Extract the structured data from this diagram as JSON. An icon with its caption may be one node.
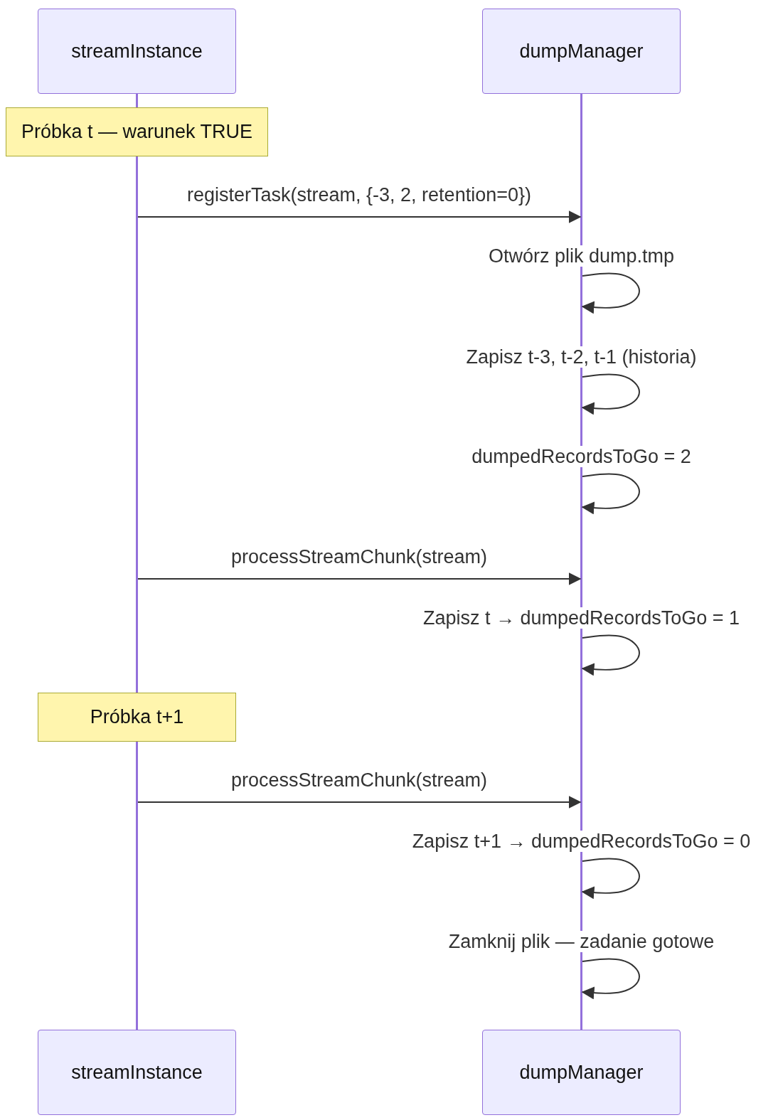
{
  "diagram": {
    "nodes": [
      {
        "text": [
          "streamInstance"
        ]
      },
      {
        "text": [
          "dumpManager"
        ]
      },
      {
        "text": [
          "streamInstance"
        ]
      },
      {
        "text": [
          "dumpManager"
        ]
      },
      {
        "text": [
          "Próbka t — warunek TRUE"
        ]
      },
      {
        "text": [
          "Próbka t+1"
        ]
      },
      {
        "text": [],
        "shape": "bar"
      },
      {
        "text": [],
        "shape": "bar"
      },
      {
        "text": [],
        "shape": "bar"
      }
    ],
    "edges": [
      {
        "from": 6,
        "to": 7,
        "arrow": "to",
        "label": "registerTask(stream, {-3, 2, retention=0})"
      },
      {
        "from": 7,
        "to": 7,
        "arrow": "to",
        "label": "Otwórz plik dump.tmp"
      },
      {
        "from": 7,
        "to": 7,
        "arrow": "to",
        "label": "Zapisz t-3, t-2, t-1 (historia)"
      },
      {
        "from": 7,
        "to": 7,
        "arrow": "to",
        "label": "dumpedRecordsToGo = 2"
      },
      {
        "from": 6,
        "to": 7,
        "arrow": "to",
        "label": "processStreamChunk(stream)"
      },
      {
        "from": 7,
        "to": 7,
        "arrow": "to",
        "label": "Zapisz t → dumpedRecordsToGo = 1"
      },
      {
        "from": 8,
        "to": 7,
        "arrow": "to",
        "label": "processStreamChunk(stream)"
      },
      {
        "from": 7,
        "to": 7,
        "arrow": "to",
        "label": "Zapisz t+1 → dumpedRecordsToGo = 0"
      },
      {
        "from": 7,
        "to": 7,
        "arrow": "to",
        "label": "Zamknij plik — zadanie gotowe"
      },
      {
        "from": 0,
        "to": 4,
        "arrow": "none",
        "color": "#9370db"
      }
    ]
  }
}
